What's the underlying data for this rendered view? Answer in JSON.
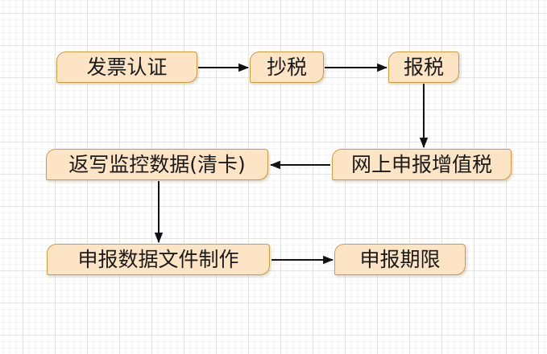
{
  "diagram": {
    "type": "flowchart",
    "nodes": [
      {
        "id": "invoice-certification",
        "label": "发票认证"
      },
      {
        "id": "copy-tax",
        "label": "抄税"
      },
      {
        "id": "file-tax",
        "label": "报税"
      },
      {
        "id": "writeback-monitoring-data",
        "label": "返写监控数据(清卡)"
      },
      {
        "id": "online-vat-declaration",
        "label": "网上申报增值税"
      },
      {
        "id": "declaration-data-file",
        "label": "申报数据文件制作"
      },
      {
        "id": "declaration-deadline",
        "label": "申报期限"
      }
    ],
    "edges": [
      {
        "from": "发票认证",
        "to": "抄税"
      },
      {
        "from": "抄税",
        "to": "报税"
      },
      {
        "from": "报税",
        "to": "网上申报增值税"
      },
      {
        "from": "网上申报增值税",
        "to": "返写监控数据(清卡)"
      },
      {
        "from": "返写监控数据(清卡)",
        "to": "申报数据文件制作"
      },
      {
        "from": "申报数据文件制作",
        "to": "申报期限"
      }
    ],
    "colors": {
      "node_fill": "#FCE4C5",
      "node_border": "#CE9C3B",
      "arrow": "#111111",
      "text": "#1A1A1A",
      "grid_major": "#E3E3E7",
      "grid_minor": "#F5F5F8",
      "background": "#FFFFFF"
    }
  }
}
